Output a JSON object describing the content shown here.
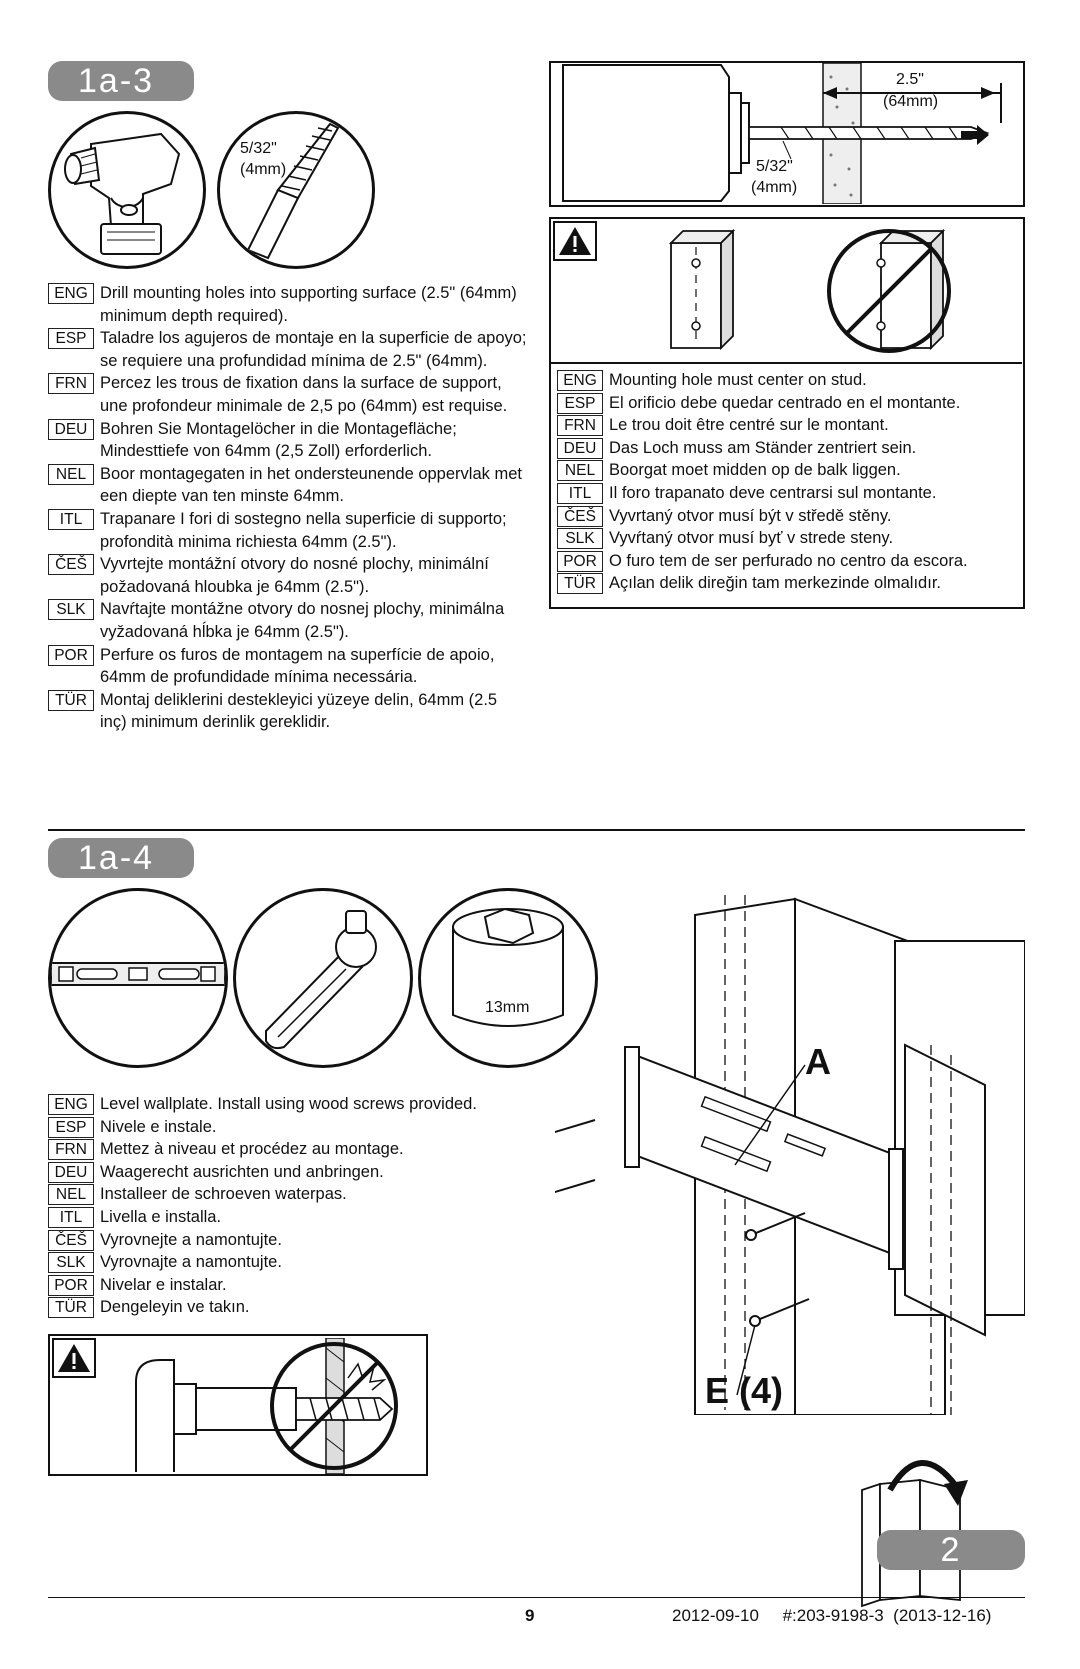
{
  "step1": {
    "badge": "1a-3",
    "drill_bit_size": "5/32\"",
    "drill_bit_metric": "(4mm)",
    "depth_imperial": "2.5\"",
    "depth_metric": "(64mm)",
    "instructions": [
      {
        "code": "ENG",
        "text": "Drill mounting holes into supporting surface (2.5\" (64mm) minimum depth required)."
      },
      {
        "code": "ESP",
        "text": "Taladre los agujeros de montaje en la superficie de apoyo; se requiere una profundidad mínima de 2.5\" (64mm)."
      },
      {
        "code": "FRN",
        "text": "Percez les trous de fixation dans la surface de support, une profondeur minimale de 2,5 po (64mm) est requise."
      },
      {
        "code": "DEU",
        "text": "Bohren Sie Montagelöcher in die Montagefläche; Mindesttiefe von 64mm (2,5 Zoll) erforderlich."
      },
      {
        "code": "NEL",
        "text": "Boor montagegaten in het ondersteunende oppervlak met een diepte van ten minste 64mm."
      },
      {
        "code": "ITL",
        "text": "Trapanare I fori di sostegno nella superficie di supporto; profondità minima richiesta 64mm (2.5\")."
      },
      {
        "code": "ČEŠ",
        "text": "Vyvrtejte montážní otvory do nosné plochy, minimální požadovaná hloubka je 64mm (2.5\")."
      },
      {
        "code": "SLK",
        "text": "Navŕtajte montážne otvory do nosnej plochy, minimálna vyžadovaná hĺbka je 64mm (2.5\")."
      },
      {
        "code": "POR",
        "text": "Perfure os furos de montagem na superfície de apoio, 64mm de profundidade mínima necessária."
      },
      {
        "code": "TÜR",
        "text": "Montaj deliklerini destekleyici yüzeye delin, 64mm (2.5 inç) minimum derinlik gereklidir."
      }
    ],
    "warning": [
      {
        "code": "ENG",
        "text": "Mounting hole must center on stud."
      },
      {
        "code": "ESP",
        "text": "El orificio debe quedar centrado en el montante."
      },
      {
        "code": "FRN",
        "text": "Le trou doit être centré sur le montant."
      },
      {
        "code": "DEU",
        "text": "Das Loch muss am Ständer zentriert sein."
      },
      {
        "code": "NEL",
        "text": "Boorgat moet midden op de balk liggen."
      },
      {
        "code": "ITL",
        "text": "Il foro trapanato deve centrarsi sul montante."
      },
      {
        "code": "ČEŠ",
        "text": "Vyvrtaný otvor musí být v středě stěny."
      },
      {
        "code": "SLK",
        "text": "Vyvŕtaný otvor musí byť v strede steny."
      },
      {
        "code": "POR",
        "text": "O furo tem de ser perfurado no centro da escora."
      },
      {
        "code": "TÜR",
        "text": "Açılan delik direğin tam merkezinde olmalıdır."
      }
    ]
  },
  "step2": {
    "badge": "1a-4",
    "socket_size": "13mm",
    "part_a": "A",
    "part_e": "E (4)",
    "instructions": [
      {
        "code": "ENG",
        "text": "Level wallplate. Install using wood screws provided."
      },
      {
        "code": "ESP",
        "text": "Nivele e instale."
      },
      {
        "code": "FRN",
        "text": "Mettez à niveau et procédez au montage."
      },
      {
        "code": "DEU",
        "text": "Waagerecht ausrichten und anbringen."
      },
      {
        "code": "NEL",
        "text": "Installeer de schroeven waterpas."
      },
      {
        "code": "ITL",
        "text": "Livella e installa."
      },
      {
        "code": "ČEŠ",
        "text": "Vyrovnejte a namontujte."
      },
      {
        "code": "SLK",
        "text": "Vyrovnajte a namontujte."
      },
      {
        "code": "POR",
        "text": "Nivelar e instalar."
      },
      {
        "code": "TÜR",
        "text": "Dengeleyin ve takın."
      }
    ]
  },
  "next_page_number": "2",
  "footer": {
    "page_number": "9",
    "doc_info": "2012-09-10     #:203-9198-3  (2013-12-16)"
  }
}
